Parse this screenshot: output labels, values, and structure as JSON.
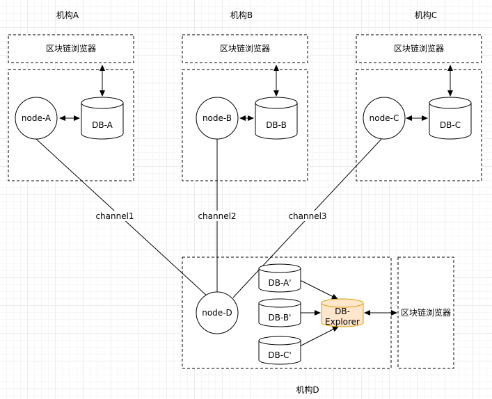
{
  "org_titles": {
    "a": "机构A",
    "b": "机构B",
    "c": "机构C",
    "d": "机构D"
  },
  "browser_label": "区块链浏览器",
  "nodes": {
    "a": "node-A",
    "b": "node-B",
    "c": "node-C",
    "d": "node-D"
  },
  "dbs": {
    "a": "DB-A",
    "b": "DB-B",
    "c": "DB-C"
  },
  "replicas": {
    "a": "DB-A'",
    "b": "DB-B'",
    "c": "DB-C'"
  },
  "explorer": {
    "line1": "DB-",
    "line2": "Explorer"
  },
  "channels": {
    "c1": "channel1",
    "c2": "channel2",
    "c3": "channel3"
  },
  "colors": {
    "line": "#000000",
    "explorer_fill": "#ffe6cc",
    "explorer_stroke": "#d79b00",
    "dashed": "#000000"
  }
}
